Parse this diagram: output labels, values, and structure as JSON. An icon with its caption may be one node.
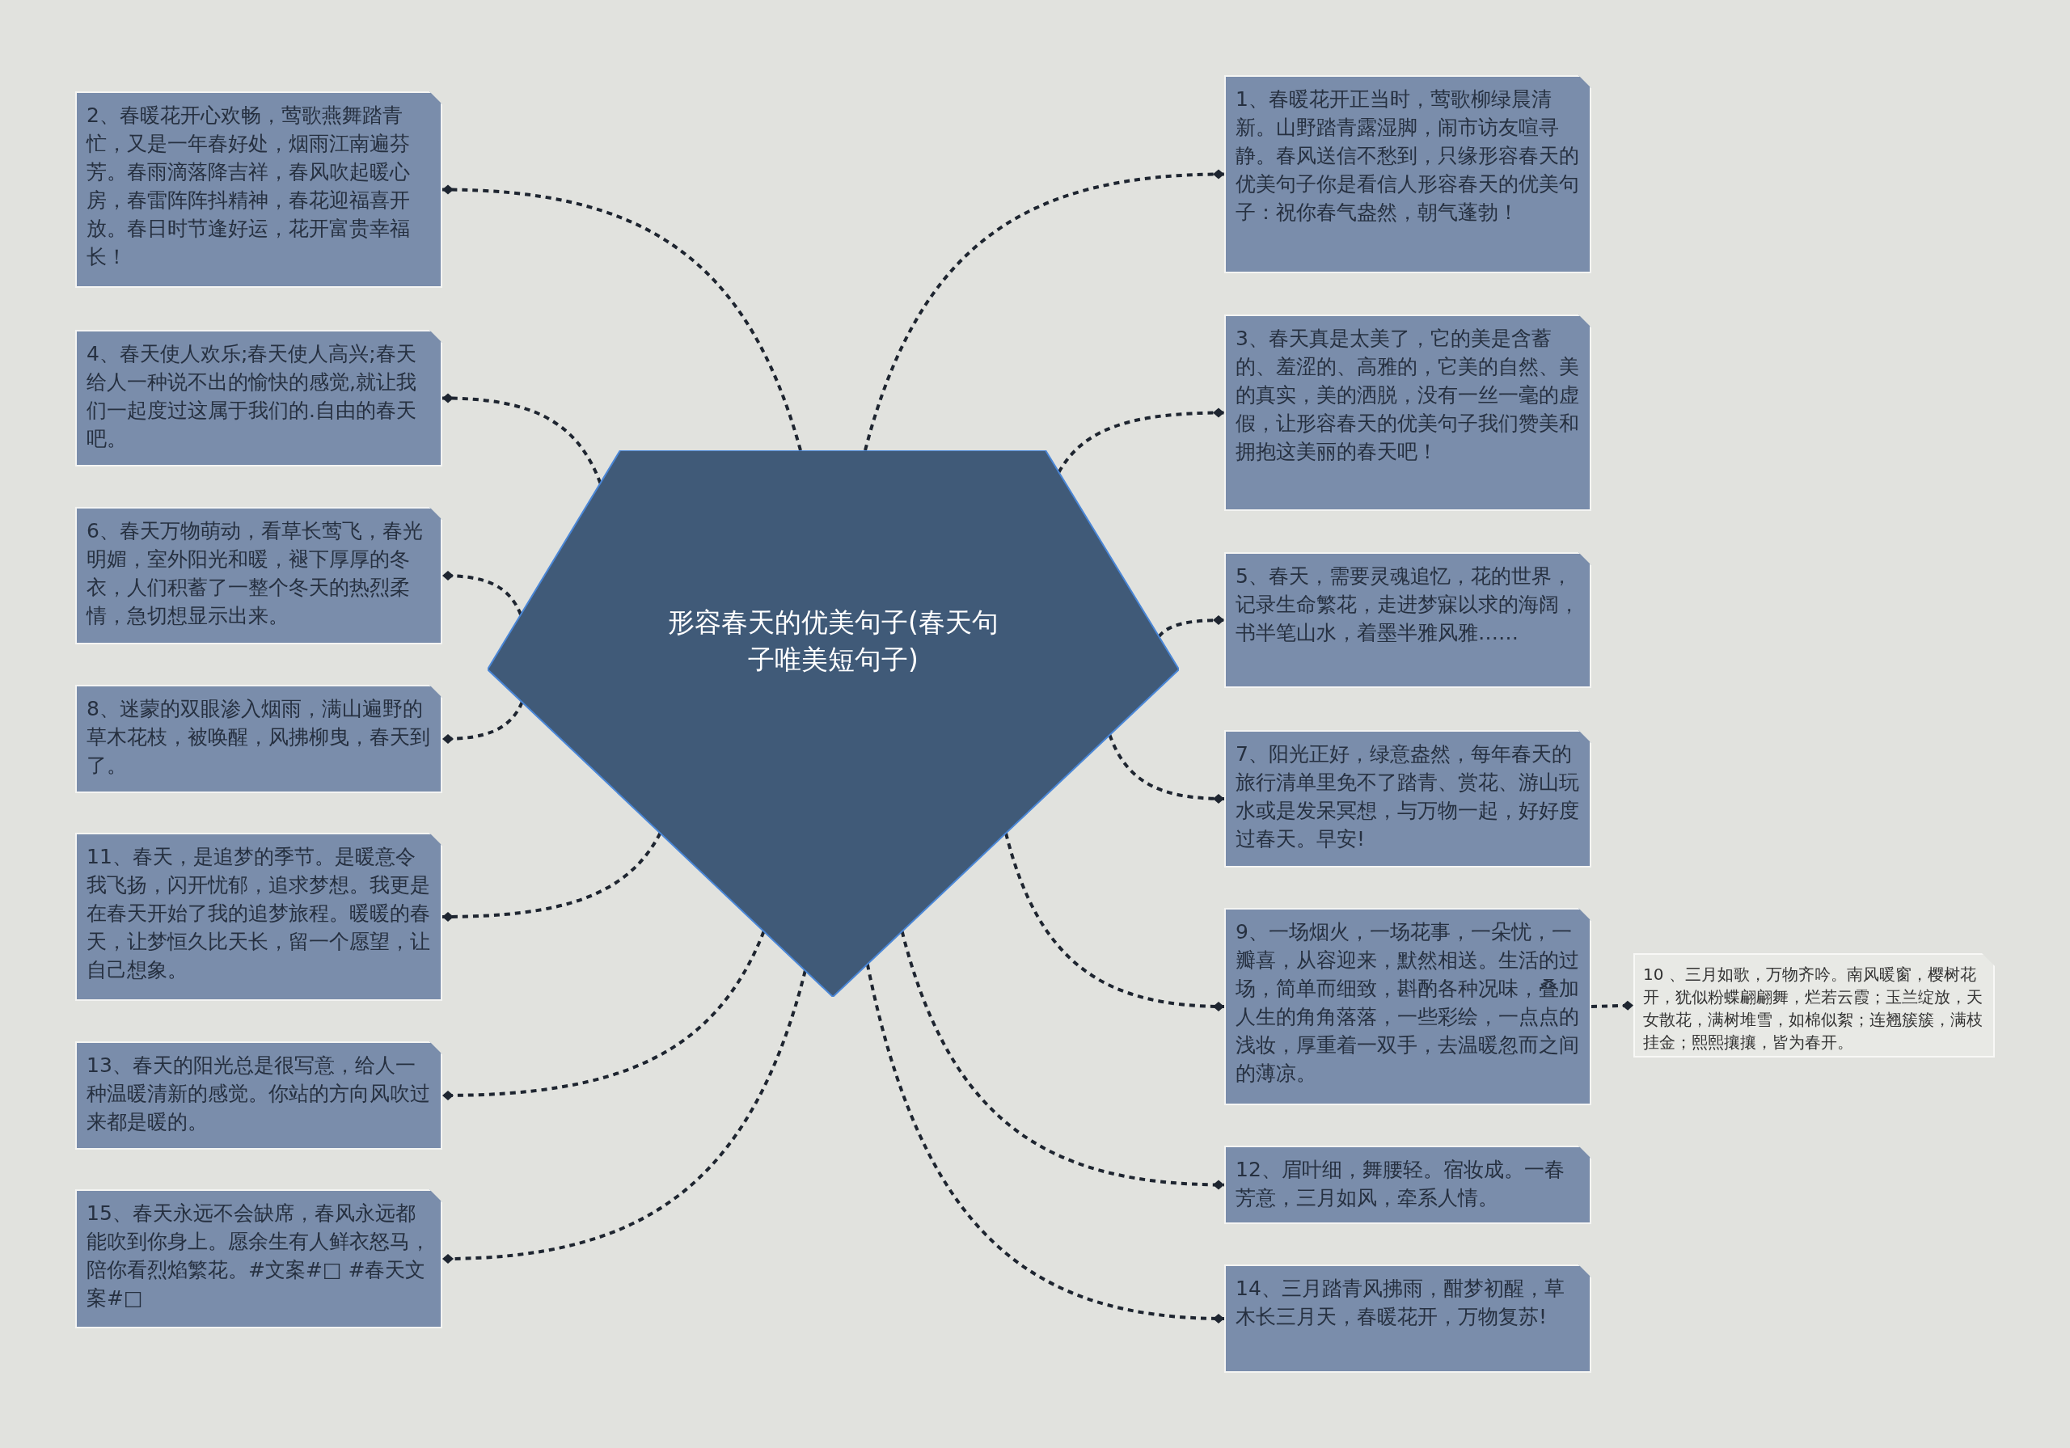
{
  "diagram": {
    "nodes": [
      {
        "text": [
          "形容春天的优美句子(春天句子唯美短句子)"
        ]
      },
      {
        "text": [
          "1、春暖花开正当时，莺歌柳绿晨清新。山野踏青露湿脚，闹市访友喧寻静。春风送信不愁到，只缘形容春天的优美句子你是看信人形容春天的优美句子：祝你春气盎然，朝气蓬勃！"
        ]
      },
      {
        "text": [
          "2、春暖花开心欢畅，莺歌燕舞踏青忙，又是一年春好处，烟雨江南遍芬芳。春雨滴落降吉祥，春风吹起暖心房，春雷阵阵抖精神，春花迎福喜开放。春日时节逢好运，花开富贵幸福长！"
        ]
      },
      {
        "text": [
          "3、春天真是太美了，它的美是含蓄的、羞涩的、高雅的，它美的自然、美的真实，美的洒脱，没有一丝一毫的虚假，让形容春天的优美句子我们赞美和拥抱这美丽的春天吧！"
        ]
      },
      {
        "text": [
          "4、春天使人欢乐;春天使人高兴;春天给人一种说不出的愉快的感觉,就让我们一起度过这属于我们的.自由的春天吧。"
        ]
      },
      {
        "text": [
          "5、春天，需要灵魂追忆，花的世界，记录生命繁花，走进梦寐以求的海阔，书半笔山水，着墨半雅风雅……"
        ]
      },
      {
        "text": [
          "6、春天万物萌动，看草长莺飞，春光明媚，室外阳光和暖，褪下厚厚的冬衣，人们积蓄了一整个冬天的热烈柔情，急切想显示出来。"
        ]
      },
      {
        "text": [
          "7、阳光正好，绿意盎然，每年春天的旅行清单里免不了踏青、赏花、游山玩水或是发呆冥想，与万物一起，好好度过春天。早安!"
        ]
      },
      {
        "text": [
          "8、迷蒙的双眼渗入烟雨，满山遍野的草木花枝，被唤醒，风拂柳曳，春天到了。"
        ]
      },
      {
        "text": [
          "9、一场烟火，一场花事，一朵忧，一瓣喜，从容迎来，默然相送。生活的过场，简单而细致，斟酌各种况味，叠加人生的角角落落，一些彩绘，一点点的浅妆，厚重着一双手，去温暖忽而之间的薄凉。"
        ]
      },
      {
        "text": [
          "10 、三月如歌，万物齐吟。南风暖窗，樱树花开，犹似粉蝶翩翩舞，烂若云霞；玉兰绽放，天女散花，满树堆雪，如棉似絮；连翘簇簇，满枝挂金；熙熙攘攘，皆为春开。"
        ]
      },
      {
        "text": [
          "11、春天，是追梦的季节。是暖意令我飞扬，闪开忧郁，追求梦想。我更是在春天开始了我的追梦旅程。暖暖的春天，让梦恒久比天长，留一个愿望，让自己想象。"
        ]
      },
      {
        "text": [
          "12、眉叶细，舞腰轻。宿妆成。一春芳意，三月如风，牵系人情。"
        ]
      },
      {
        "text": [
          "13、春天的阳光总是很写意，给人一种温暖清新的感觉。你站的方向风吹过来都是暖的。"
        ]
      },
      {
        "text": [
          "14、三月踏青风拂雨，酣梦初醒，草木长三月天，春暖花开，万物复苏!"
        ]
      },
      {
        "text": [
          "15、春天永远不会缺席，春风永远都能吹到你身上。愿余生有人鲜衣怒马，陪你看烈焰繁花。#文案#□ #春天文案#□"
        ]
      }
    ],
    "edges": [
      {
        "from": 0,
        "to": 2,
        "arrow": "other",
        "style": "dashed"
      },
      {
        "from": 0,
        "to": 4,
        "arrow": "other",
        "style": "dashed"
      },
      {
        "from": 0,
        "to": 6,
        "arrow": "other",
        "style": "dashed"
      },
      {
        "from": 0,
        "to": 8,
        "arrow": "other",
        "style": "dashed"
      },
      {
        "from": 0,
        "to": 11,
        "arrow": "other",
        "style": "dashed"
      },
      {
        "from": 0,
        "to": 13,
        "arrow": "other",
        "style": "dashed"
      },
      {
        "from": 0,
        "to": 15,
        "arrow": "other",
        "style": "dashed"
      },
      {
        "from": 0,
        "to": 1,
        "arrow": "other",
        "style": "dashed"
      },
      {
        "from": 0,
        "to": 3,
        "arrow": "other",
        "style": "dashed"
      },
      {
        "from": 0,
        "to": 5,
        "arrow": "other",
        "style": "dashed"
      },
      {
        "from": 0,
        "to": 7,
        "arrow": "other",
        "style": "dashed"
      },
      {
        "from": 0,
        "to": 9,
        "arrow": "other",
        "style": "dashed"
      },
      {
        "from": 0,
        "to": 12,
        "arrow": "other",
        "style": "dashed"
      },
      {
        "from": 0,
        "to": 14,
        "arrow": "other",
        "style": "dashed"
      },
      {
        "from": 9,
        "to": 10,
        "arrow": "other",
        "style": "dashed"
      }
    ]
  }
}
